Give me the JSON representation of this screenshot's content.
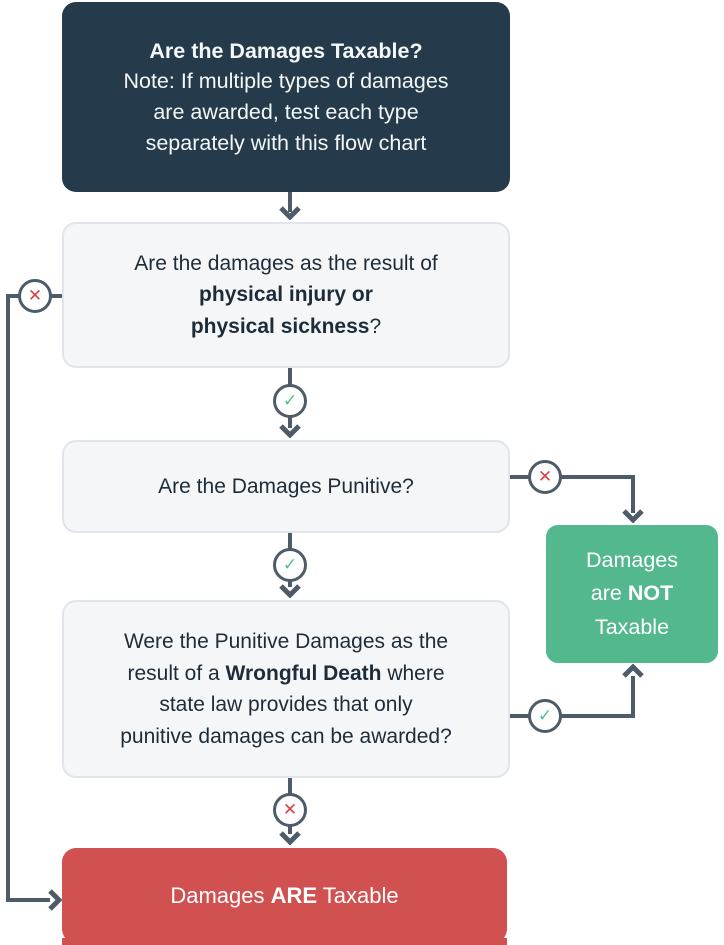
{
  "colors": {
    "navy": "#253b4b",
    "slate_line": "#4d5c68",
    "question_bg": "#f4f6f8",
    "question_border": "#dfe5ea",
    "green": "#53b88e",
    "red": "#d15151",
    "x_icon_red": "#d83f3f",
    "check_icon_green": "#4cbe8d",
    "dark_text": "#1d2c38"
  },
  "nodes": {
    "start": {
      "title": "Are the Damages Taxable?",
      "note_line1": "Note: If multiple types of damages",
      "note_line2": "are awarded, test each type",
      "note_line3": "separately with this flow chart"
    },
    "q_physical": {
      "line1": "Are the damages as the result of",
      "line2_bold": "physical injury or",
      "line3_bold": "physical sickness",
      "line3_suffix": "?"
    },
    "q_punitive": {
      "text": "Are the Damages Punitive?"
    },
    "q_wrongful_death": {
      "line1": "Were the Punitive Damages as the",
      "line2_pre": "result of a ",
      "line2_bold": "Wrongful Death",
      "line2_post": " where",
      "line3": "state law provides that only",
      "line4": "punitive damages can be awarded?"
    },
    "not_taxable": {
      "line1": "Damages",
      "line2_pre": "are ",
      "line2_bold": "NOT",
      "line3": "Taxable"
    },
    "taxable": {
      "pre": "Damages ",
      "bold": "ARE",
      "post": " Taxable"
    }
  },
  "icons": {
    "yes_glyph": "✓",
    "no_glyph": "✕"
  }
}
